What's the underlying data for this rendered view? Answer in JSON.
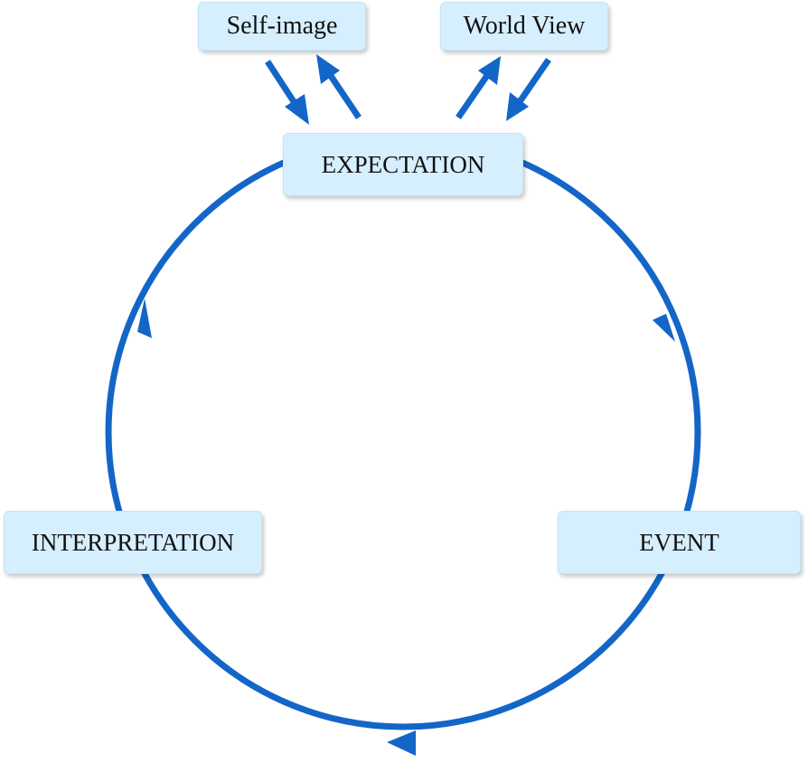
{
  "diagram": {
    "nodes": {
      "self_image": "Self-image",
      "world_view": "World View",
      "expectation": "EXPECTATION",
      "event": "EVENT",
      "interpretation": "INTERPRETATION"
    },
    "colors": {
      "arrow": "#1366c7",
      "box_fill": "#d6efff",
      "box_border": "#c3e3f7",
      "text": "#111111",
      "background": "#ffffff"
    }
  }
}
